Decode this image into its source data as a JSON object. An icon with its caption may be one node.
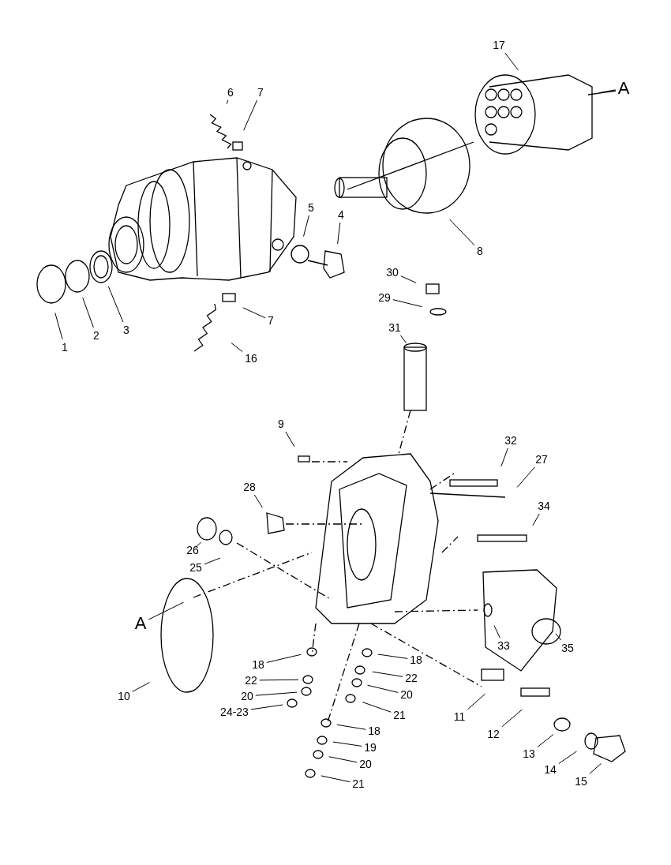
{
  "diagram": {
    "nodes": [
      {
        "text": [
          "17"
        ]
      },
      {
        "text": [
          "A"
        ]
      },
      {
        "text": [
          "6"
        ]
      },
      {
        "text": [
          "7"
        ]
      },
      {
        "text": [
          "5"
        ]
      },
      {
        "text": [
          "4"
        ]
      },
      {
        "text": [
          "8"
        ]
      },
      {
        "text": [
          "30"
        ]
      },
      {
        "text": [
          "29"
        ]
      },
      {
        "text": [
          "7"
        ]
      },
      {
        "text": [
          "3"
        ]
      },
      {
        "text": [
          "2"
        ]
      },
      {
        "text": [
          "1"
        ]
      },
      {
        "text": [
          "31"
        ]
      },
      {
        "text": [
          "16"
        ]
      },
      {
        "text": [
          "9"
        ]
      },
      {
        "text": [
          "32"
        ]
      },
      {
        "text": [
          "27"
        ]
      },
      {
        "text": [
          "28"
        ]
      },
      {
        "text": [
          "34"
        ]
      },
      {
        "text": [
          "26"
        ]
      },
      {
        "text": [
          "25"
        ]
      },
      {
        "text": [
          "A"
        ]
      },
      {
        "text": [
          "35"
        ]
      },
      {
        "text": [
          "33"
        ]
      },
      {
        "text": [
          "18"
        ]
      },
      {
        "text": [
          "18"
        ]
      },
      {
        "text": [
          "22"
        ]
      },
      {
        "text": [
          "22"
        ]
      },
      {
        "text": [
          "20"
        ]
      },
      {
        "text": [
          "10"
        ]
      },
      {
        "text": [
          "20"
        ]
      },
      {
        "text": [
          "24-23"
        ]
      },
      {
        "text": [
          "21"
        ]
      },
      {
        "text": [
          "11"
        ]
      },
      {
        "text": [
          "18"
        ]
      },
      {
        "text": [
          "12"
        ]
      },
      {
        "text": [
          "19"
        ]
      },
      {
        "text": [
          "13"
        ]
      },
      {
        "text": [
          "20"
        ]
      },
      {
        "text": [
          "14"
        ]
      },
      {
        "text": [
          "15"
        ]
      },
      {
        "text": [
          "21"
        ]
      }
    ],
    "edges": [
      {
        "from": 0,
        "to": null,
        "arrow": "none"
      },
      {
        "from": 1,
        "to": null,
        "arrow": "none"
      },
      {
        "from": 2,
        "to": null,
        "arrow": "none"
      },
      {
        "from": 3,
        "to": null,
        "arrow": "none"
      },
      {
        "from": 4,
        "to": null,
        "arrow": "none"
      },
      {
        "from": 5,
        "to": null,
        "arrow": "none"
      },
      {
        "from": 6,
        "to": null,
        "arrow": "none"
      },
      {
        "from": 7,
        "to": null,
        "arrow": "none"
      },
      {
        "from": 8,
        "to": null,
        "arrow": "none"
      },
      {
        "from": 9,
        "to": null,
        "arrow": "none"
      },
      {
        "from": 10,
        "to": null,
        "arrow": "none"
      },
      {
        "from": 11,
        "to": null,
        "arrow": "none"
      },
      {
        "from": 12,
        "to": null,
        "arrow": "none"
      },
      {
        "from": 13,
        "to": null,
        "arrow": "none"
      },
      {
        "from": 14,
        "to": null,
        "arrow": "none"
      },
      {
        "from": 15,
        "to": null,
        "arrow": "none"
      },
      {
        "from": 16,
        "to": null,
        "arrow": "none"
      },
      {
        "from": 17,
        "to": null,
        "arrow": "none"
      },
      {
        "from": 18,
        "to": null,
        "arrow": "none"
      },
      {
        "from": 19,
        "to": null,
        "arrow": "none"
      },
      {
        "from": 20,
        "to": null,
        "arrow": "none"
      },
      {
        "from": 21,
        "to": null,
        "arrow": "none"
      },
      {
        "from": 22,
        "to": null,
        "arrow": "none"
      },
      {
        "from": 23,
        "to": null,
        "arrow": "none"
      },
      {
        "from": 24,
        "to": null,
        "arrow": "none"
      },
      {
        "from": 25,
        "to": null,
        "arrow": "none"
      },
      {
        "from": 26,
        "to": null,
        "arrow": "none"
      },
      {
        "from": 27,
        "to": null,
        "arrow": "none"
      },
      {
        "from": 28,
        "to": null,
        "arrow": "none"
      },
      {
        "from": 29,
        "to": null,
        "arrow": "none"
      },
      {
        "from": 30,
        "to": null,
        "arrow": "none"
      },
      {
        "from": 31,
        "to": null,
        "arrow": "none"
      },
      {
        "from": 32,
        "to": null,
        "arrow": "none"
      },
      {
        "from": 33,
        "to": null,
        "arrow": "none"
      },
      {
        "from": 34,
        "to": null,
        "arrow": "none"
      },
      {
        "from": 35,
        "to": null,
        "arrow": "none"
      },
      {
        "from": 36,
        "to": null,
        "arrow": "none"
      },
      {
        "from": 37,
        "to": null,
        "arrow": "none"
      },
      {
        "from": 38,
        "to": null,
        "arrow": "none"
      },
      {
        "from": 39,
        "to": null,
        "arrow": "none"
      },
      {
        "from": 40,
        "to": null,
        "arrow": "none"
      },
      {
        "from": 41,
        "to": null,
        "arrow": "none"
      },
      {
        "from": 42,
        "to": null,
        "arrow": "none"
      }
    ]
  }
}
